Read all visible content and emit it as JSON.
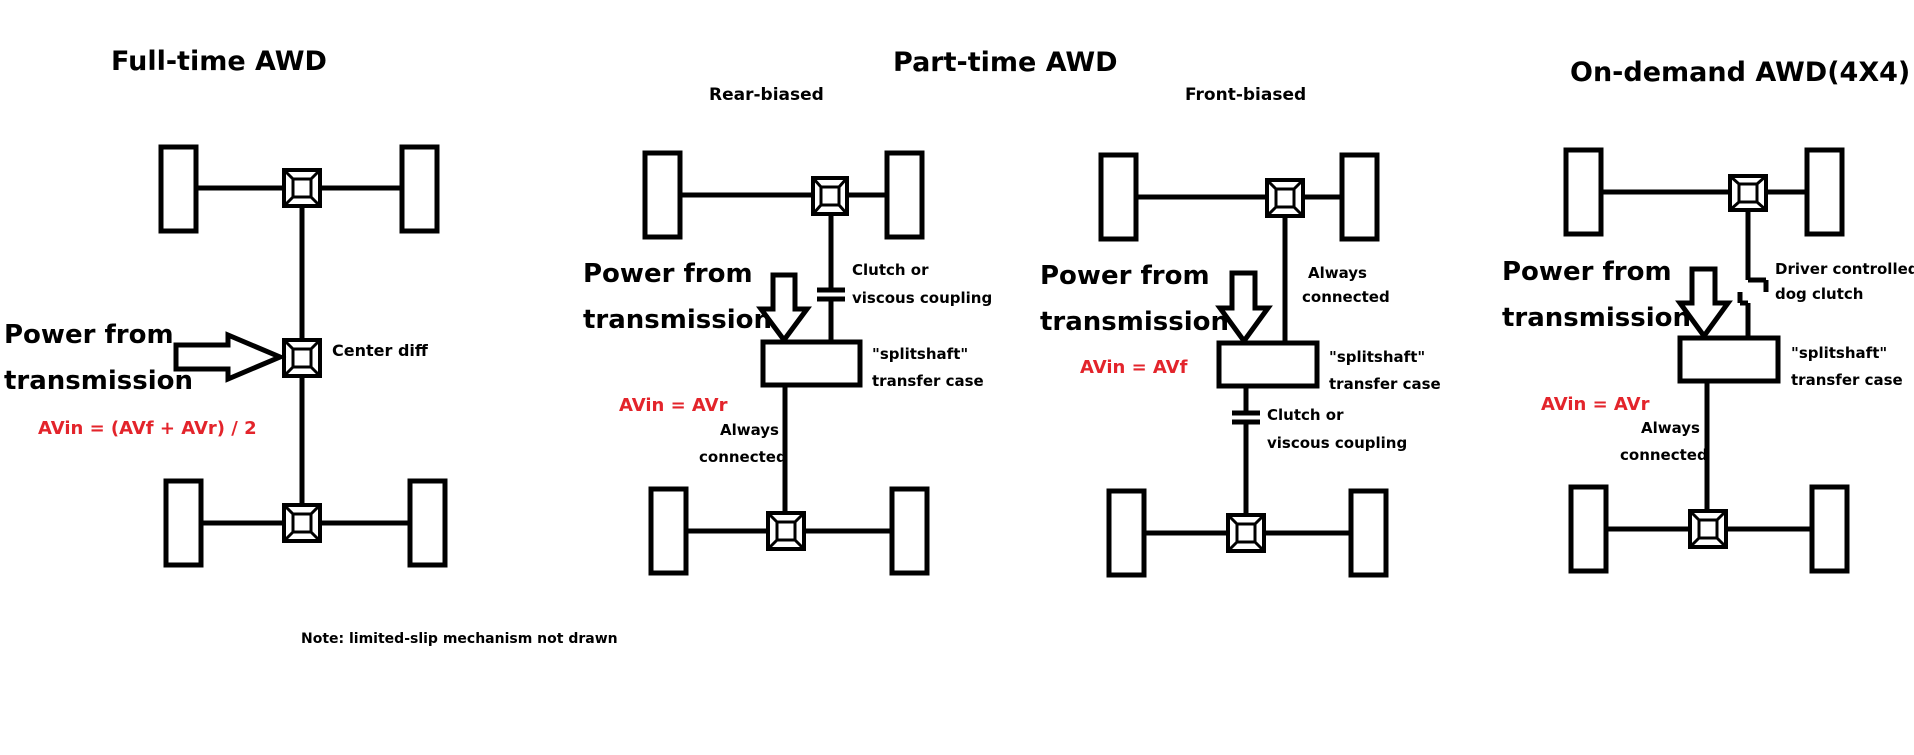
{
  "full_time": {
    "title": "Full-time AWD",
    "power_line1": "Power from",
    "power_line2": "transmission",
    "center_diff": "Center diff",
    "formula": "AVin = (AVf + AVr) / 2"
  },
  "part_time": {
    "title": "Part-time AWD",
    "rear": {
      "subtitle": "Rear-biased",
      "power_line1": "Power from",
      "power_line2": "transmission",
      "clutch_line1": "Clutch or",
      "clutch_line2": "viscous coupling",
      "case_line1": "\"splitshaft\"",
      "case_line2": "transfer case",
      "formula": "AVin = AVr",
      "conn_line1": "Always",
      "conn_line2": "connected"
    },
    "front": {
      "subtitle": "Front-biased",
      "power_line1": "Power from",
      "power_line2": "transmission",
      "conn_line1": "Always",
      "conn_line2": "connected",
      "formula": "AVin = AVf",
      "case_line1": "\"splitshaft\"",
      "case_line2": "transfer case",
      "clutch_line1": "Clutch or",
      "clutch_line2": "viscous coupling"
    }
  },
  "on_demand": {
    "title": "On-demand AWD(4X4)",
    "power_line1": "Power from",
    "power_line2": "transmission",
    "dog_line1": "Driver controlled",
    "dog_line2": "dog clutch",
    "case_line1": "\"splitshaft\"",
    "case_line2": "transfer case",
    "formula": "AVin = AVr",
    "conn_line1": "Always",
    "conn_line2": "connected"
  },
  "note": "Note: limited-slip mechanism not drawn"
}
